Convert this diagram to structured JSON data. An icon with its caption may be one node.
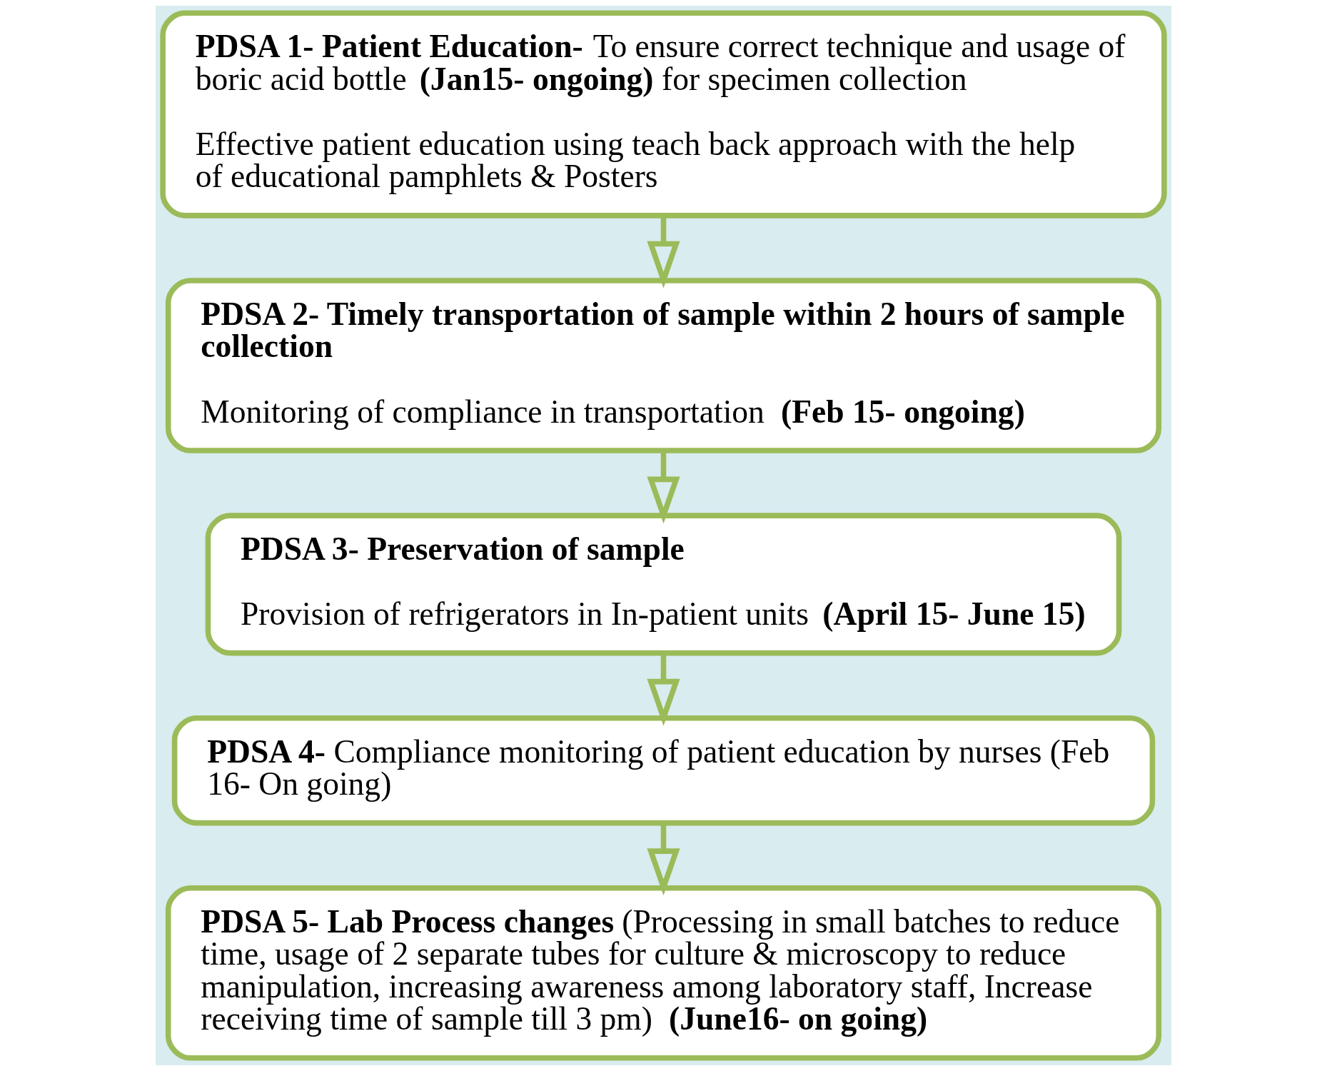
{
  "diagram": {
    "nodes": [
      {
        "text": [
          "**PDSA 1- Patient Education-** To ensure correct technique and usage of boric acid bottle **(Jan15- ongoing)** for specimen collection",
          "Effective patient education using teach back approach with the help of educational pamphlets & Posters"
        ]
      },
      {
        "text": [
          "PDSA 2- Timely transportation of sample within 2 hours of sample collection",
          "Monitoring of compliance in transportation **(Feb 15- ongoing)**"
        ]
      },
      {
        "text": [
          "PDSA 3- Preservation of sample",
          "Provision of refrigerators in In-patient units **(April 15- June 15)**"
        ]
      },
      {
        "text": [
          "**PDSA 4-** Compliance  monitoring of patient education by nurses (Feb 16- On going)"
        ]
      },
      {
        "text": [
          "**PDSA 5- Lab Process changes** (Processing in small batches to reduce time, usage of 2 separate tubes for culture & microscopy to reduce manipulation, increasing awareness among laboratory staff, Increase receiving time of sample till 3 pm) **(June16- on going)**"
        ]
      }
    ],
    "edges": [
      {
        "from": 0,
        "to": 1,
        "arrow": "to"
      },
      {
        "from": 1,
        "to": 2,
        "arrow": "to"
      },
      {
        "from": 2,
        "to": 3,
        "arrow": "to"
      },
      {
        "from": 3,
        "to": 4,
        "arrow": "to"
      }
    ]
  }
}
